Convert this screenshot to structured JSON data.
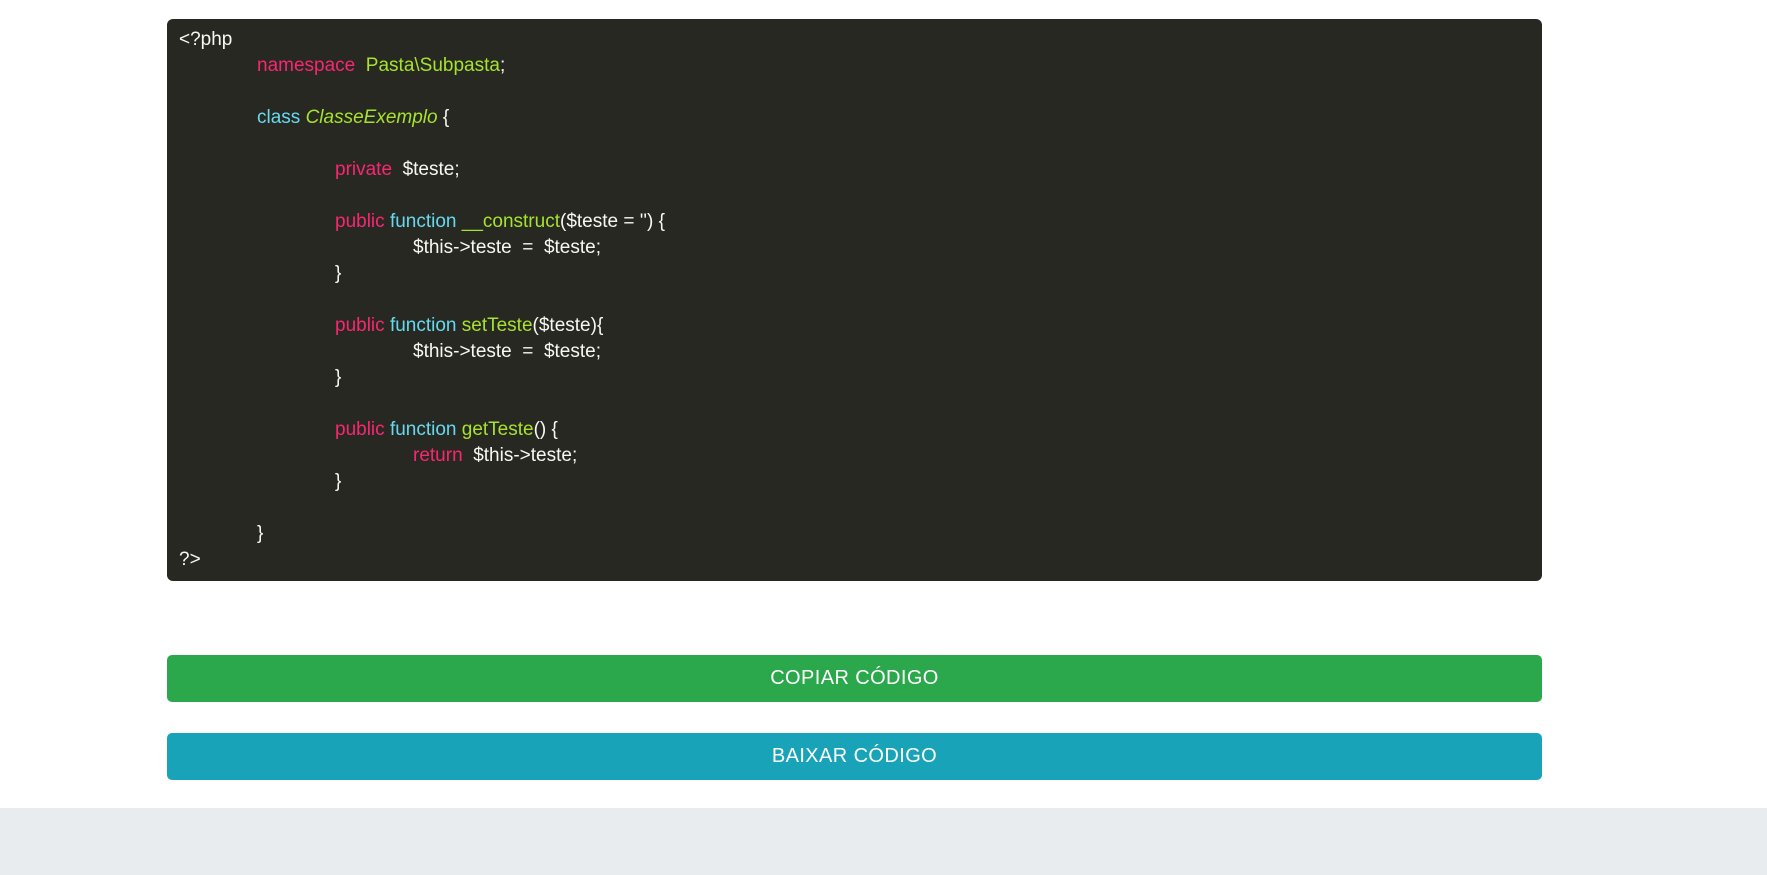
{
  "page": {
    "background": "#ffffff",
    "footer_background": "#e9ecef"
  },
  "code_block": {
    "language": "php",
    "background": "#272822",
    "token_colors": {
      "plain": "#f8f8f2",
      "keyword_pink": "#f92672",
      "storage_cyan": "#66d9ef",
      "definition_green": "#a6e22e"
    },
    "lines": [
      {
        "indent": 0,
        "tokens": [
          {
            "type": "plain",
            "text": "<?php"
          }
        ]
      },
      {
        "indent": 1,
        "tokens": [
          {
            "type": "keyword",
            "text": "namespace"
          },
          {
            "type": "plain",
            "text": "  "
          },
          {
            "type": "definition",
            "text": "Pasta\\Subpasta"
          },
          {
            "type": "plain",
            "text": ";"
          }
        ]
      },
      {
        "indent": 0,
        "tokens": []
      },
      {
        "indent": 1,
        "tokens": [
          {
            "type": "storage",
            "text": "class"
          },
          {
            "type": "plain",
            "text": " "
          },
          {
            "type": "definition-italic",
            "text": "ClasseExemplo"
          },
          {
            "type": "plain",
            "text": " {"
          }
        ]
      },
      {
        "indent": 0,
        "tokens": []
      },
      {
        "indent": 2,
        "tokens": [
          {
            "type": "keyword",
            "text": "private"
          },
          {
            "type": "plain",
            "text": "  $teste;"
          }
        ]
      },
      {
        "indent": 0,
        "tokens": []
      },
      {
        "indent": 2,
        "tokens": [
          {
            "type": "keyword",
            "text": "public"
          },
          {
            "type": "plain",
            "text": " "
          },
          {
            "type": "storage",
            "text": "function"
          },
          {
            "type": "plain",
            "text": " "
          },
          {
            "type": "definition",
            "text": "__construct"
          },
          {
            "type": "plain",
            "text": "($teste = '') {"
          }
        ]
      },
      {
        "indent": 3,
        "tokens": [
          {
            "type": "plain",
            "text": "$this->teste  =  $teste;"
          }
        ]
      },
      {
        "indent": 2,
        "tokens": [
          {
            "type": "plain",
            "text": "}"
          }
        ]
      },
      {
        "indent": 0,
        "tokens": []
      },
      {
        "indent": 2,
        "tokens": [
          {
            "type": "keyword",
            "text": "public"
          },
          {
            "type": "plain",
            "text": " "
          },
          {
            "type": "storage",
            "text": "function"
          },
          {
            "type": "plain",
            "text": " "
          },
          {
            "type": "definition",
            "text": "setTeste"
          },
          {
            "type": "plain",
            "text": "($teste){"
          }
        ]
      },
      {
        "indent": 3,
        "tokens": [
          {
            "type": "plain",
            "text": "$this->teste  =  $teste;"
          }
        ]
      },
      {
        "indent": 2,
        "tokens": [
          {
            "type": "plain",
            "text": "}"
          }
        ]
      },
      {
        "indent": 0,
        "tokens": []
      },
      {
        "indent": 2,
        "tokens": [
          {
            "type": "keyword",
            "text": "public"
          },
          {
            "type": "plain",
            "text": " "
          },
          {
            "type": "storage",
            "text": "function"
          },
          {
            "type": "plain",
            "text": " "
          },
          {
            "type": "definition",
            "text": "getTeste"
          },
          {
            "type": "plain",
            "text": "() {"
          }
        ]
      },
      {
        "indent": 3,
        "tokens": [
          {
            "type": "keyword",
            "text": "return"
          },
          {
            "type": "plain",
            "text": "  $this->teste;"
          }
        ]
      },
      {
        "indent": 2,
        "tokens": [
          {
            "type": "plain",
            "text": "}"
          }
        ]
      },
      {
        "indent": 0,
        "tokens": []
      },
      {
        "indent": 1,
        "tokens": [
          {
            "type": "plain",
            "text": "}"
          }
        ]
      },
      {
        "indent": 0,
        "tokens": [
          {
            "type": "plain",
            "text": "?>"
          }
        ]
      }
    ]
  },
  "buttons": {
    "copy": {
      "label": "COPIAR CÓDIGO",
      "background": "#2aa84b"
    },
    "download": {
      "label": "BAIXAR CÓDIGO",
      "background": "#18a3b8"
    }
  }
}
